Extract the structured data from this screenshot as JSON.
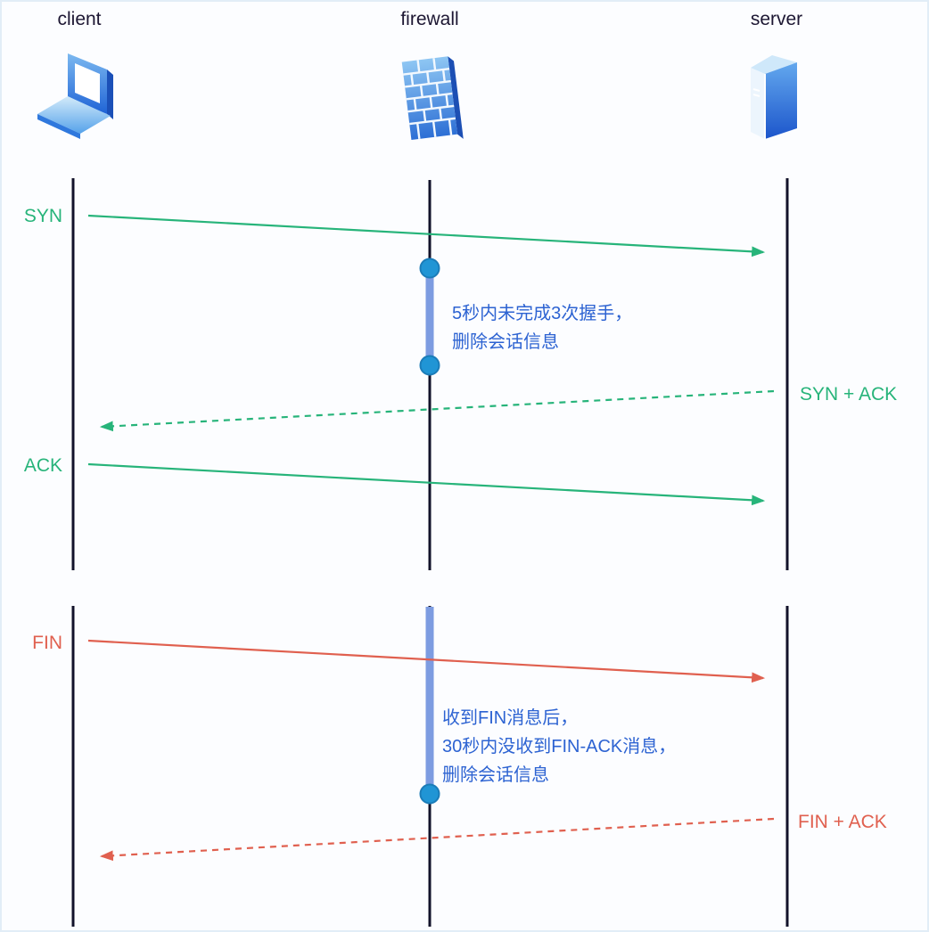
{
  "actors": [
    {
      "label": "client",
      "icon": "laptop-icon"
    },
    {
      "label": "firewall",
      "icon": "brick-wall-icon"
    },
    {
      "label": "server",
      "icon": "server-tower-icon"
    }
  ],
  "handshake": {
    "syn_label": "SYN",
    "syn_ack_label": "SYN + ACK",
    "ack_label": "ACK",
    "note_line1": "5秒内未完成3次握手，",
    "note_line2": "删除会话信息"
  },
  "teardown": {
    "fin_label": "FIN",
    "fin_ack_label": "FIN + ACK",
    "note_line1": "收到FIN消息后，",
    "note_line2": "30秒内没收到FIN-ACK消息，",
    "note_line3": "删除会话信息"
  },
  "colors": {
    "green": "#27b47a",
    "red": "#e0604f",
    "note_blue": "#2d63d2",
    "lifeline": "#12122a",
    "timer_bar": "#7d9ce1",
    "timer_dot_fill": "#2095d5",
    "timer_dot_stroke": "#1b7cb8",
    "title_text": "#1d1733",
    "background": "#fcfdff",
    "frame": "#e2edf7"
  }
}
